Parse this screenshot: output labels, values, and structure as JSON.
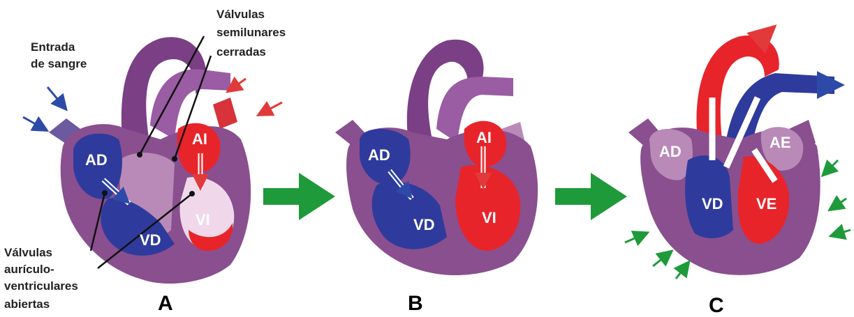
{
  "labels": {
    "entrada_line1": "Entrada",
    "entrada_line2": "de sangre",
    "semilunares_line1": "Válvulas",
    "semilunares_line2": "semilunares",
    "semilunares_line3": "cerradas",
    "av_line1": "Válvulas",
    "av_line2": "aurículo-",
    "av_line3": "ventriculares",
    "av_line4": "abiertas"
  },
  "panels": {
    "a": {
      "letter": "A",
      "ad": "AD",
      "ai": "AI",
      "vd": "VD",
      "vi": "VI"
    },
    "b": {
      "letter": "B",
      "ad": "AD",
      "ai": "AI",
      "vd": "VD",
      "vi": "VI"
    },
    "c": {
      "letter": "C",
      "ad": "AD",
      "ae": "AE",
      "vd": "VD",
      "ve": "VE"
    }
  },
  "colors": {
    "heart_purple": "#8a4f8f",
    "heart_light": "#b98ab8",
    "vessel_purple": "#7b3f86",
    "blood_blue": "#2e3b9c",
    "blood_red": "#e8242b",
    "arrow_green": "#1f9a3a",
    "arrow_blue": "#2e4aa8",
    "arrow_red": "#e23a3a"
  }
}
